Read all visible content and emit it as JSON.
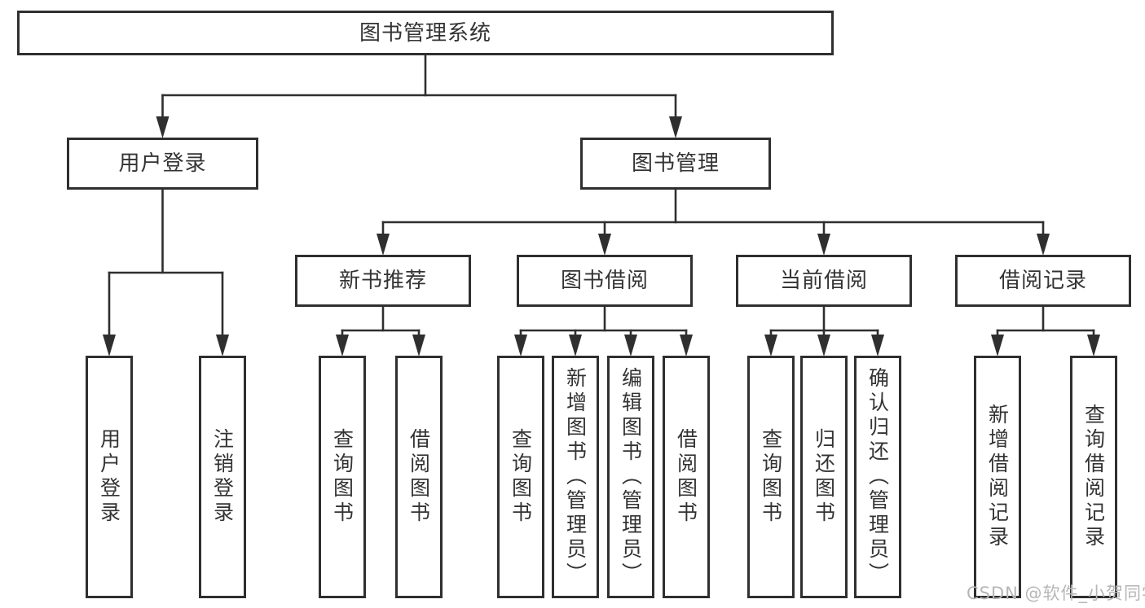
{
  "colors": {
    "background": "#ffffff",
    "line": "#2f2f2f",
    "box_fill": "#ffffff",
    "text": "#333333",
    "watermark": "#b6b6b6"
  },
  "watermark": {
    "text": "CSDN @软件_小贺同学"
  },
  "diagram": {
    "title": "图书管理系统",
    "nodes": [
      {
        "id": "root",
        "label": "图书管理系统",
        "parent": null,
        "text_direction": "horizontal"
      },
      {
        "id": "login",
        "label": "用户登录",
        "parent": "root",
        "text_direction": "horizontal"
      },
      {
        "id": "mgmt",
        "label": "图书管理",
        "parent": "root",
        "text_direction": "horizontal"
      },
      {
        "id": "newbook",
        "label": "新书推荐",
        "parent": "mgmt",
        "text_direction": "horizontal"
      },
      {
        "id": "borrow",
        "label": "图书借阅",
        "parent": "mgmt",
        "text_direction": "horizontal"
      },
      {
        "id": "current",
        "label": "当前借阅",
        "parent": "mgmt",
        "text_direction": "horizontal"
      },
      {
        "id": "records",
        "label": "借阅记录",
        "parent": "mgmt",
        "text_direction": "horizontal"
      },
      {
        "id": "login-user",
        "label": "用户登录",
        "parent": "login",
        "text_direction": "vertical"
      },
      {
        "id": "login-logout",
        "label": "注销登录",
        "parent": "login",
        "text_direction": "vertical"
      },
      {
        "id": "newbook-query",
        "label": "查询图书",
        "parent": "newbook",
        "text_direction": "vertical"
      },
      {
        "id": "newbook-borrow",
        "label": "借阅图书",
        "parent": "newbook",
        "text_direction": "vertical"
      },
      {
        "id": "borrow-query",
        "label": "查询图书",
        "parent": "borrow",
        "text_direction": "vertical"
      },
      {
        "id": "borrow-add",
        "label": "新增图书（管理员）",
        "parent": "borrow",
        "text_direction": "vertical"
      },
      {
        "id": "borrow-edit",
        "label": "编辑图书（管理员）",
        "parent": "borrow",
        "text_direction": "vertical"
      },
      {
        "id": "borrow-borrow",
        "label": "借阅图书",
        "parent": "borrow",
        "text_direction": "vertical"
      },
      {
        "id": "current-query",
        "label": "查询图书",
        "parent": "current",
        "text_direction": "vertical"
      },
      {
        "id": "current-return",
        "label": "归还图书",
        "parent": "current",
        "text_direction": "vertical"
      },
      {
        "id": "current-confirm",
        "label": "确认归还（管理员）",
        "parent": "current",
        "text_direction": "vertical"
      },
      {
        "id": "records-add",
        "label": "新增借阅记录",
        "parent": "records",
        "text_direction": "vertical"
      },
      {
        "id": "records-query",
        "label": "查询借阅记录",
        "parent": "records",
        "text_direction": "vertical"
      }
    ]
  }
}
